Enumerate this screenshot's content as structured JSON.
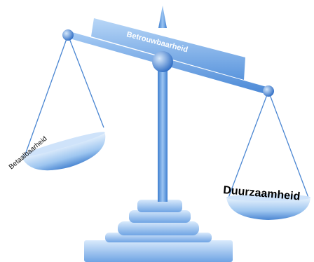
{
  "beam": {
    "label": "Betrouwbaarheid"
  },
  "left_pan": {
    "label": "Betaalbaarheid"
  },
  "right_pan": {
    "label": "Duurzaamheid"
  },
  "colors": {
    "light": "#d6e8fb",
    "mid": "#8fbcee",
    "dark": "#3f7fd0",
    "deep": "#2d6cc4"
  }
}
